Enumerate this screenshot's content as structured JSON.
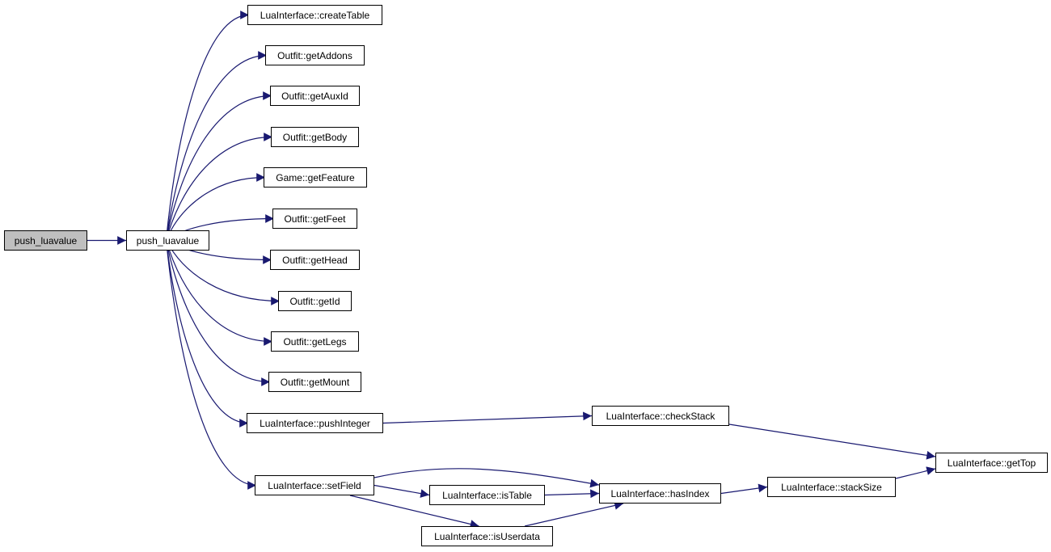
{
  "colors": {
    "edge": "#191970",
    "root_fill": "#bfbfbf",
    "node_fill": "#ffffff",
    "node_border": "#000000"
  },
  "nodes": {
    "root": "push_luavalue",
    "push_luavalue": "push_luavalue",
    "createTable": "LuaInterface::createTable",
    "getAddons": "Outfit::getAddons",
    "getAuxId": "Outfit::getAuxId",
    "getBody": "Outfit::getBody",
    "getFeature": "Game::getFeature",
    "getFeet": "Outfit::getFeet",
    "getHead": "Outfit::getHead",
    "getId": "Outfit::getId",
    "getLegs": "Outfit::getLegs",
    "getMount": "Outfit::getMount",
    "pushInteger": "LuaInterface::pushInteger",
    "setField": "LuaInterface::setField",
    "checkStack": "LuaInterface::checkStack",
    "getTop": "LuaInterface::getTop",
    "isTable": "LuaInterface::isTable",
    "isUserdata": "LuaInterface::isUserdata",
    "hasIndex": "LuaInterface::hasIndex",
    "stackSize": "LuaInterface::stackSize"
  },
  "edges": [
    [
      "root",
      "push_luavalue"
    ],
    [
      "push_luavalue",
      "createTable"
    ],
    [
      "push_luavalue",
      "getAddons"
    ],
    [
      "push_luavalue",
      "getAuxId"
    ],
    [
      "push_luavalue",
      "getBody"
    ],
    [
      "push_luavalue",
      "getFeature"
    ],
    [
      "push_luavalue",
      "getFeet"
    ],
    [
      "push_luavalue",
      "getHead"
    ],
    [
      "push_luavalue",
      "getId"
    ],
    [
      "push_luavalue",
      "getLegs"
    ],
    [
      "push_luavalue",
      "getMount"
    ],
    [
      "push_luavalue",
      "pushInteger"
    ],
    [
      "push_luavalue",
      "setField"
    ],
    [
      "pushInteger",
      "checkStack"
    ],
    [
      "checkStack",
      "getTop"
    ],
    [
      "setField",
      "hasIndex"
    ],
    [
      "setField",
      "isTable"
    ],
    [
      "setField",
      "isUserdata"
    ],
    [
      "isTable",
      "hasIndex"
    ],
    [
      "isUserdata",
      "hasIndex"
    ],
    [
      "hasIndex",
      "stackSize"
    ],
    [
      "stackSize",
      "getTop"
    ]
  ]
}
